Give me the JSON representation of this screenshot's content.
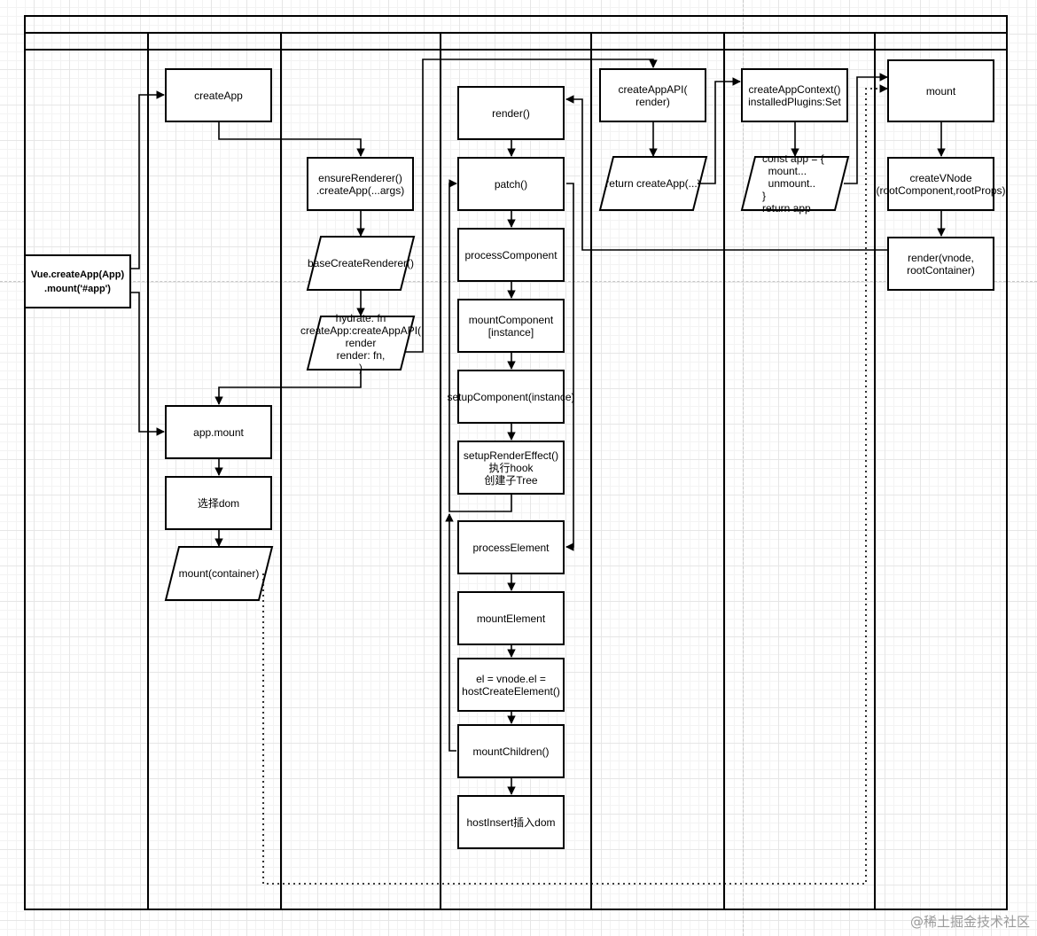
{
  "nodes": {
    "entry": "Vue.createApp(App)\n.mount('#app')",
    "createApp": "createApp",
    "appMount": "app.mount",
    "selectDom": "选择dom",
    "mountContainer": "mount(container)",
    "ensureRenderer": "ensureRenderer()\n.createApp(...args)",
    "baseCreateRenderer": "baseCreateRenderer()",
    "returnObj": "hydrate: fn\ncreateApp:createAppAPI(\nrender\nrender: fn,\n)",
    "render": "render()",
    "patch": "patch()",
    "processComponent": "processComponent",
    "mountComponent": "mountComponent\n[instance]",
    "setupComponent": "setupComponent(instance)",
    "setupRenderEffect": "setupRenderEffect()\n执行hook\n创建子Tree",
    "processElement": "processElement",
    "mountElement": "mountElement",
    "hostCreateElement": "el = vnode.el =\nhostCreateElement()",
    "mountChildren": "mountChildren()",
    "hostInsert": "hostInsert插入dom",
    "createAppAPI": "createAppAPI(\nrender)",
    "returnCreateApp": "return createApp(...)",
    "createAppContext": "createAppContext()\ninstalledPlugins:Set",
    "constApp": "const app = {\n  mount...\n  unmount..\n}\nreturn app",
    "mount": "mount",
    "createVNode": "createVNode\n(rootComponent,rootProps)",
    "renderVnode": "render(vnode,\nrootContainer)"
  },
  "watermark": "@稀土掘金技术社区"
}
